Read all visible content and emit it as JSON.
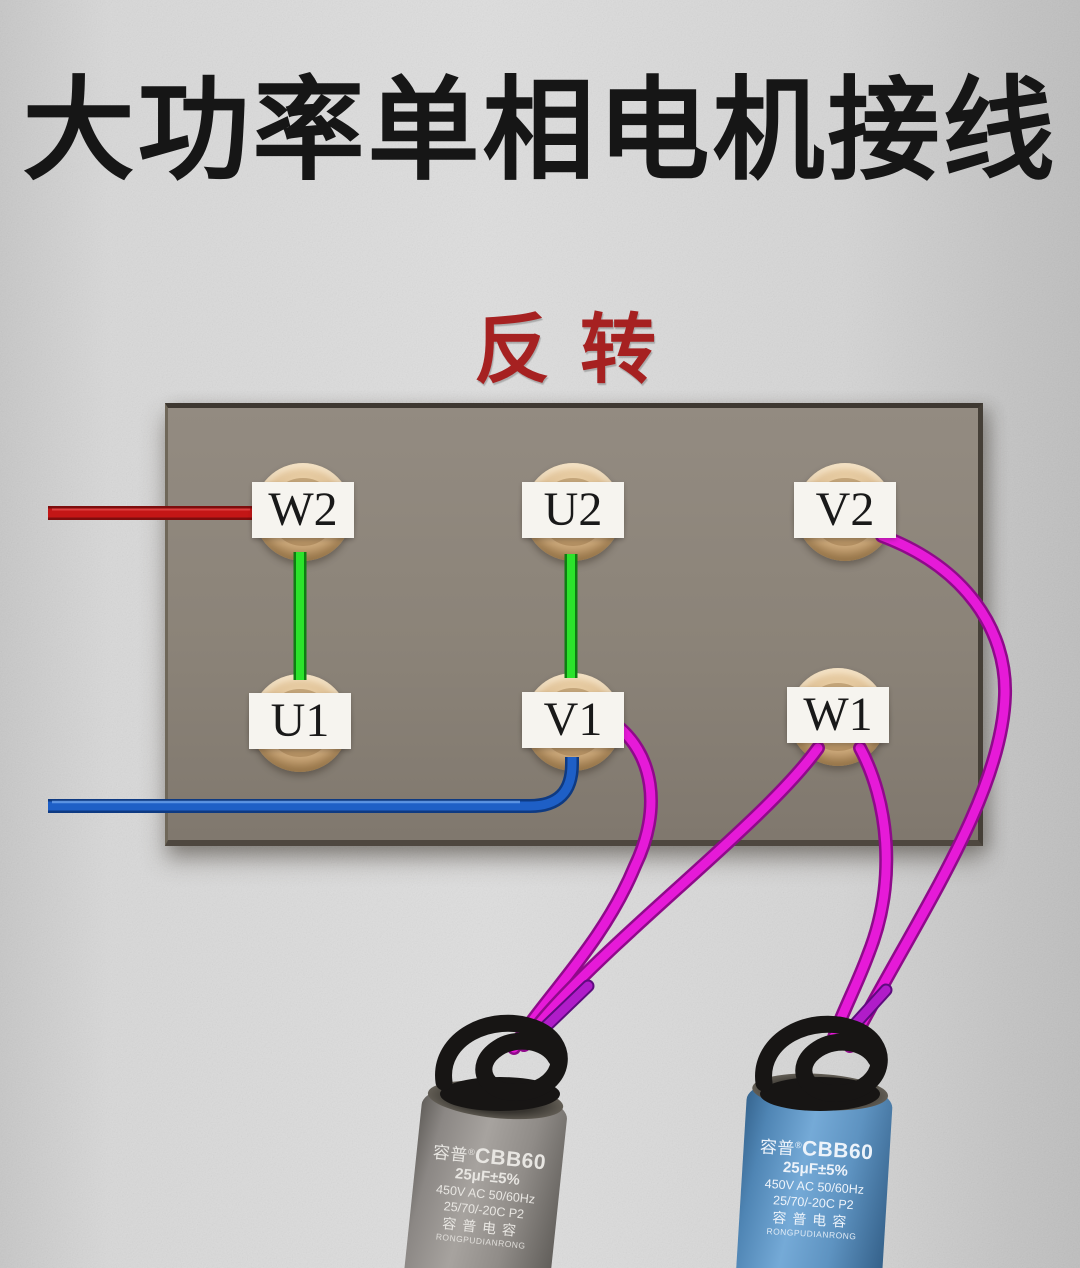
{
  "title": "大功率单相电机接线",
  "subtitle": "反转",
  "colors": {
    "title_black": "#161616",
    "subtitle_red": "#a62121",
    "board": "#8b8378",
    "wire_live_red": "#c31616",
    "wire_neutral_blue": "#1e5fc6",
    "wire_jumper_green": "#2be32b",
    "wire_capacitor_magenta": "#e61ad8",
    "wire_tip_purple": "#b01cc9",
    "knot_black": "#171514",
    "terminal_brass": "#dcbc90",
    "label_bg": "#f6f4ef",
    "capacitor_gray_body": "#a7a39f",
    "capacitor_blue_body": "#75aad7"
  },
  "board": {
    "terminals": [
      {
        "label": "W2",
        "row": "top",
        "position": "left"
      },
      {
        "label": "U2",
        "row": "top",
        "position": "center"
      },
      {
        "label": "V2",
        "row": "top",
        "position": "right"
      },
      {
        "label": "U1",
        "row": "bottom",
        "position": "left"
      },
      {
        "label": "V1",
        "row": "bottom",
        "position": "center"
      },
      {
        "label": "W1",
        "row": "bottom",
        "position": "right"
      }
    ]
  },
  "wires": {
    "live": {
      "color": "#c31616",
      "from": "supply-left",
      "to": "W2"
    },
    "neutral": {
      "color": "#1e5fc6",
      "from": "supply-left",
      "to": "V1"
    },
    "jumper_w2_u1": {
      "color": "#2be32b",
      "from": "W2",
      "to": "U1"
    },
    "jumper_u2_v1": {
      "color": "#2be32b",
      "from": "U2",
      "to": "V1"
    },
    "cap_v1_gray": {
      "color": "#e61ad8",
      "from": "V1",
      "to": "gray-capacitor"
    },
    "cap_w1_gray": {
      "color": "#e61ad8",
      "from": "W1",
      "to": "gray-capacitor"
    },
    "cap_w1_blue": {
      "color": "#e61ad8",
      "from": "W1",
      "to": "blue-capacitor"
    },
    "cap_v2_blue": {
      "color": "#e61ad8",
      "from": "V2",
      "to": "blue-capacitor"
    }
  },
  "capacitors": [
    {
      "body": "gray",
      "brand": "容普",
      "reg": "®",
      "model": "CBB60",
      "capacity": "25μF±5%",
      "voltage": "450V AC  50/60Hz",
      "temp": "25/70/-20C  P2",
      "brand_cn": "容普电容",
      "brand_en": "RONGPUDIANRONG"
    },
    {
      "body": "blue",
      "brand": "容普",
      "reg": "®",
      "model": "CBB60",
      "capacity": "25μF±5%",
      "voltage": "450V AC  50/60Hz",
      "temp": "25/70/-20C  P2",
      "brand_cn": "容普电容",
      "brand_en": "RONGPUDIANRONG"
    }
  ]
}
